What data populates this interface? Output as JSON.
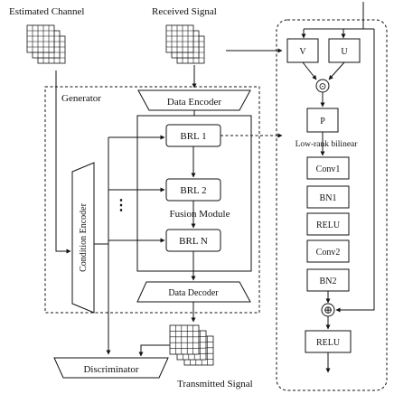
{
  "labels": {
    "estimated_channel": "Estimated Channel",
    "received_signal": "Received Signal",
    "generator": "Generator",
    "data_encoder": "Data Encoder",
    "brl1": "BRL 1",
    "brl2": "BRL 2",
    "fusion_module": "Fusion Module",
    "brln": "BRL N",
    "condition_encoder": "Condition Encoder",
    "data_decoder": "Data Decoder",
    "discriminator": "Discriminator",
    "transmitted_signal": "Transmitted Signal",
    "v": "V",
    "u": "U",
    "hadamard": "⊙",
    "p": "P",
    "low_rank_bilinear": "Low-rank bilinear",
    "conv1": "Conv1",
    "bn1": "BN1",
    "relu1": "RELU",
    "conv2": "Conv2",
    "bn2": "BN2",
    "add": "⊕",
    "relu2": "RELU",
    "dots": "⋮"
  }
}
